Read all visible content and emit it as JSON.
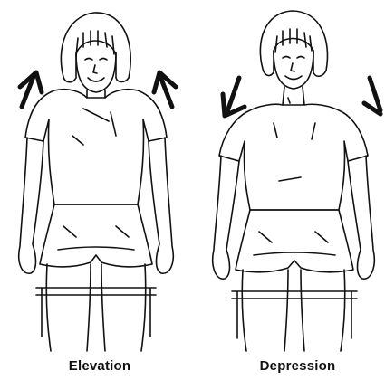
{
  "figures": [
    {
      "caption": "Elevation",
      "arrow_direction": "up"
    },
    {
      "caption": "Depression",
      "arrow_direction": "down"
    }
  ],
  "colors": {
    "ink": "#111111",
    "background": "#ffffff"
  }
}
